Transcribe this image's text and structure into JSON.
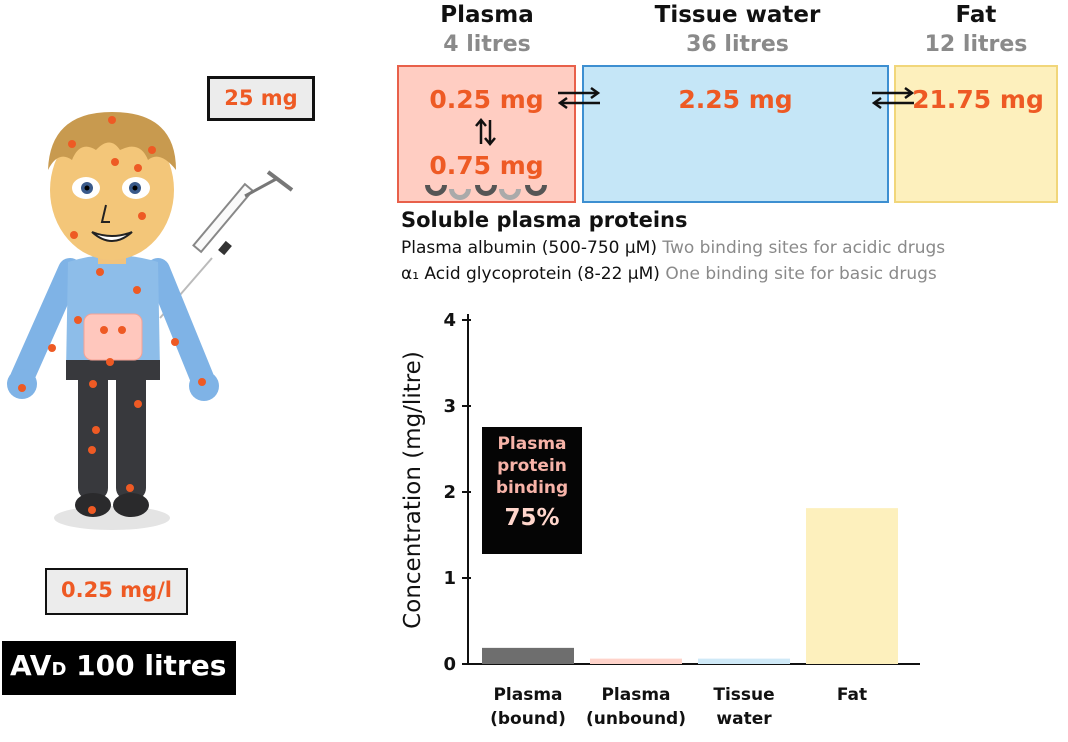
{
  "compartments": [
    {
      "name": "Plasma",
      "volume": "4 litres"
    },
    {
      "name": "Tissue water",
      "volume": "36 litres"
    },
    {
      "name": "Fat",
      "volume": "12 litres"
    }
  ],
  "amounts": {
    "plasma_unbound": "0.25 mg",
    "plasma_bound": "0.75 mg",
    "tissue": "2.25 mg",
    "fat": "21.75 mg"
  },
  "dose": "25 mg",
  "plasma_concentration": "0.25 mg/l",
  "avd": {
    "prefix": "AV",
    "subscript": "D",
    "suffix": " 100 litres"
  },
  "proteins": {
    "title": "Soluble plasma proteins",
    "albumin": {
      "name": "Plasma albumin (500-750 µM)",
      "note": "Two binding sites for acidic drugs"
    },
    "agp": {
      "name": "α₁ Acid glycoprotein (8-22 µM)",
      "note": "One binding site for basic drugs"
    }
  },
  "colors": {
    "plasma": "#ffcdc2",
    "tissue": "#c5e6f7",
    "fat": "#fdf0bd",
    "amount_text": "#ee5a24",
    "bound_bar": "#6e6e6e"
  },
  "binding_label": {
    "lines": [
      "Plasma",
      "protein",
      "binding"
    ],
    "value": "75%"
  },
  "chart_data": {
    "type": "bar",
    "ylabel": "Concentration (mg/litre)",
    "ylim": [
      0,
      4
    ],
    "yticks": [
      "0",
      "1",
      "2",
      "3",
      "4"
    ],
    "categories": [
      [
        "Plasma",
        "(bound)"
      ],
      [
        "Plasma",
        "(unbound)"
      ],
      [
        "Tissue",
        "water"
      ],
      [
        "Fat"
      ]
    ],
    "values": [
      0.1875,
      0.0625,
      0.0625,
      1.8125
    ],
    "colors": [
      "#6e6e6e",
      "#ffd3ca",
      "#cfe9f7",
      "#fdf0bd"
    ]
  }
}
